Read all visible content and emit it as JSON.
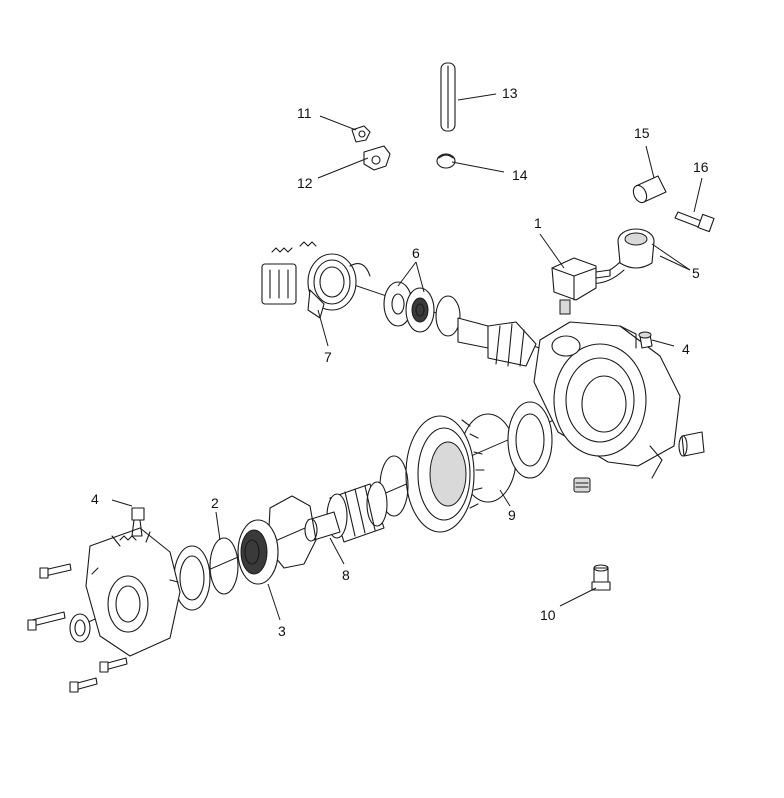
{
  "callouts": {
    "c1": "1",
    "c2": "2",
    "c3": "3",
    "c4a": "4",
    "c4b": "4",
    "c5": "5",
    "c6": "6",
    "c7": "7",
    "c8": "8",
    "c9": "9",
    "c10": "10",
    "c11": "11",
    "c12": "12",
    "c13": "13",
    "c14": "14",
    "c15": "15",
    "c16": "16"
  },
  "colors": {
    "line": "#1a1a1a",
    "background": "#ffffff"
  }
}
